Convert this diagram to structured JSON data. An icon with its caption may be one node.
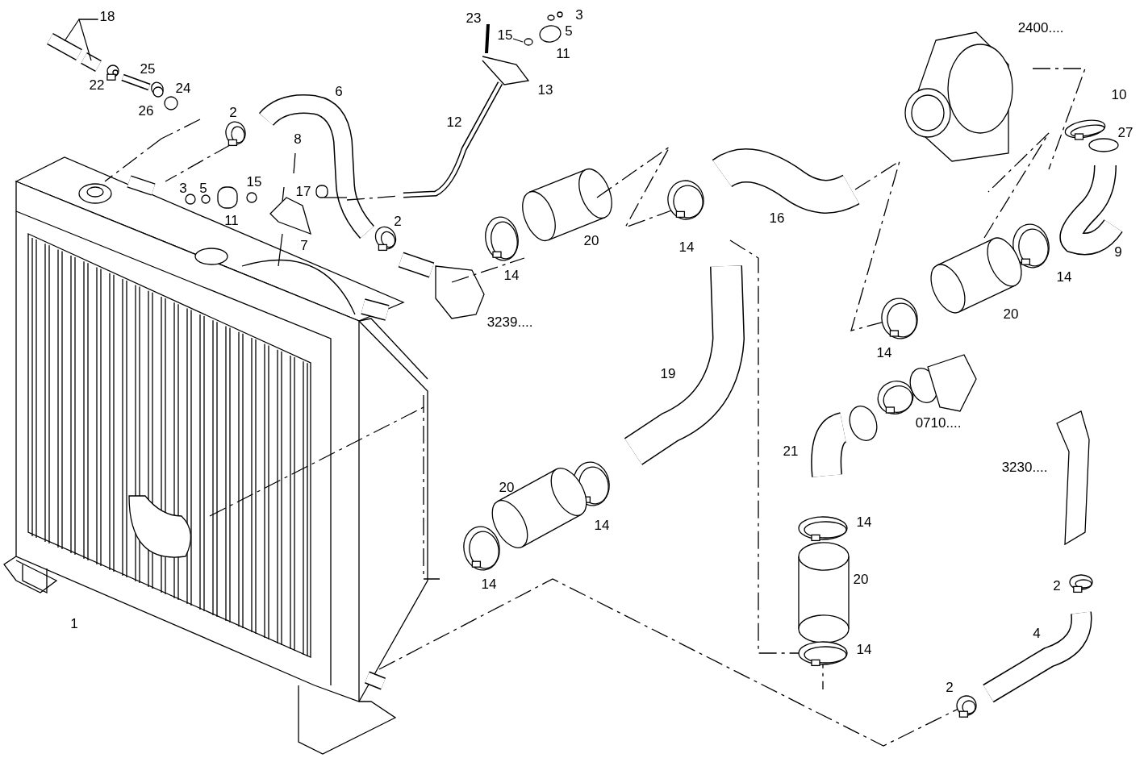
{
  "diagram": {
    "nodes": [
      {
        "text": [
          "18"
        ]
      },
      {
        "text": [],
        "shape": "cylinder"
      },
      {
        "text": [],
        "shape": "cylinder"
      }
    ],
    "edges": [
      {
        "from": 0,
        "to": 1,
        "arrow": "none"
      },
      {
        "from": 0,
        "to": 2,
        "arrow": "none"
      }
    ],
    "labels": [
      "23",
      "3",
      "15",
      "5",
      "11",
      "2400....",
      "22",
      "25",
      "24",
      "6",
      "13",
      "12",
      "26",
      "2",
      "10",
      "27",
      "8",
      "3",
      "5",
      "15",
      "17",
      "11",
      "2",
      "16",
      "7",
      "20",
      "14",
      "9",
      "14",
      "14",
      "20",
      "3239....",
      "14",
      "19",
      "0710....",
      "21",
      "3230....",
      "20",
      "14",
      "14",
      "20",
      "14",
      "2",
      "1",
      "4",
      "14",
      "2"
    ]
  }
}
